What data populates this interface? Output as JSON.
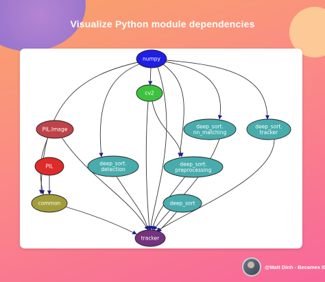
{
  "title": "Visualize Python module dependencies",
  "footer": {
    "credit": "@Matt Dinh - Becamex IDC"
  },
  "colors": {
    "background_start": "#f8a36a",
    "background_end": "#f7679a",
    "card": "#ffffff",
    "node_numpy": "#1e1ee6",
    "node_cv2": "#3dc23d",
    "node_teal": "#48acac",
    "node_red_image": "#c0434a",
    "node_red": "#dd2a2a",
    "node_olive": "#a29d3a",
    "node_purple": "#75337f",
    "edge": "#333333"
  },
  "diagram": {
    "nodes": [
      {
        "id": "numpy",
        "lines": [
          "numpy"
        ],
        "color": "#1e1ee6",
        "text_color": "#ffffff"
      },
      {
        "id": "cv2",
        "lines": [
          "cv2"
        ],
        "color": "#3dc23d",
        "text_color": "#1c1c1c"
      },
      {
        "id": "pil_image",
        "lines": [
          "PIL.Image"
        ],
        "color": "#c0434a",
        "text_color": "#ffffff"
      },
      {
        "id": "pil",
        "lines": [
          "PIL"
        ],
        "color": "#dd2a2a",
        "text_color": "#ffffff"
      },
      {
        "id": "deep_sort_nn_matching",
        "lines": [
          "deep_sort.",
          "nn_matching"
        ],
        "color": "#48acac",
        "text_color": "#1c1c1c"
      },
      {
        "id": "deep_sort_tracker",
        "lines": [
          "deep_sort.",
          "tracker"
        ],
        "color": "#48acac",
        "text_color": "#1c1c1c"
      },
      {
        "id": "deep_sort_detection",
        "lines": [
          "deep_sort.",
          "detection"
        ],
        "color": "#48acac",
        "text_color": "#1c1c1c"
      },
      {
        "id": "deep_sort_preprocessing",
        "lines": [
          "deep_sort.",
          "preprocessing"
        ],
        "color": "#48acac",
        "text_color": "#1c1c1c"
      },
      {
        "id": "common",
        "lines": [
          "common"
        ],
        "color": "#a29d3a",
        "text_color": "#1c1c1c"
      },
      {
        "id": "deep_sort",
        "lines": [
          "deep_sort"
        ],
        "color": "#48acac",
        "text_color": "#1c1c1c"
      },
      {
        "id": "tracker",
        "lines": [
          "tracker"
        ],
        "color": "#75337f",
        "text_color": "#ffffff"
      }
    ],
    "edges": [
      {
        "from": "numpy",
        "to": "cv2"
      },
      {
        "from": "numpy",
        "to": "deep_sort_nn_matching"
      },
      {
        "from": "numpy",
        "to": "deep_sort_tracker"
      },
      {
        "from": "numpy",
        "to": "deep_sort_detection"
      },
      {
        "from": "numpy",
        "to": "deep_sort_preprocessing"
      },
      {
        "from": "numpy",
        "to": "common"
      },
      {
        "from": "numpy",
        "to": "tracker"
      },
      {
        "from": "cv2",
        "to": "deep_sort_preprocessing"
      },
      {
        "from": "cv2",
        "to": "tracker"
      },
      {
        "from": "pil_image",
        "to": "common"
      },
      {
        "from": "pil_image",
        "to": "tracker"
      },
      {
        "from": "pil",
        "to": "common"
      },
      {
        "from": "common",
        "to": "tracker"
      },
      {
        "from": "deep_sort_nn_matching",
        "to": "tracker"
      },
      {
        "from": "deep_sort_tracker",
        "to": "tracker"
      },
      {
        "from": "deep_sort_detection",
        "to": "tracker"
      },
      {
        "from": "deep_sort_preprocessing",
        "to": "tracker"
      },
      {
        "from": "deep_sort",
        "to": "tracker"
      }
    ]
  }
}
